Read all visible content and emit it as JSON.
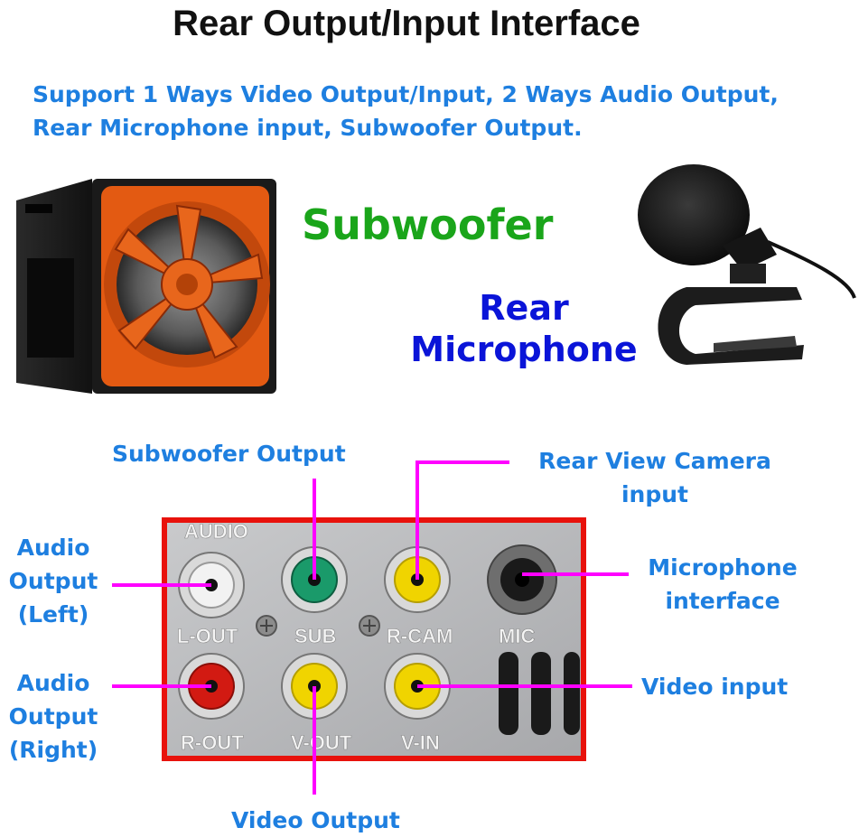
{
  "title": "Rear Output/Input Interface",
  "subtitle": "Support 1 Ways Video Output/Input, 2 Ways Audio Output, Rear Microphone input, Subwoofer Output.",
  "subwoofer_heading": "Subwoofer",
  "mic_heading_line1": "Rear",
  "mic_heading_line2": "Microphone",
  "panel": {
    "top_label": "AUDIO",
    "jacks": {
      "l_out": "L-OUT",
      "sub": "SUB",
      "r_cam": "R-CAM",
      "mic": "MIC",
      "r_out": "R-OUT",
      "v_out": "V-OUT",
      "v_in": "V-IN"
    }
  },
  "callouts": {
    "subwoofer_output": "Subwoofer Output",
    "rear_camera_line1": "Rear View Camera",
    "rear_camera_line2": "input",
    "audio_left_line1": "Audio",
    "audio_left_line2": "Output",
    "audio_left_line3": "(Left)",
    "audio_right_line1": "Audio",
    "audio_right_line2": "Output",
    "audio_right_line3": "(Right)",
    "microphone_line1": "Microphone",
    "microphone_line2": "interface",
    "video_input": "Video input",
    "video_output": "Video Output"
  },
  "colors": {
    "callout_text": "#1e7fe0",
    "subwoofer_heading": "#1aa51a",
    "mic_heading": "#0a14d8",
    "leader_line": "#ff00ff",
    "panel_border": "#e8120c",
    "jack_white": "#f2f2f2",
    "jack_green": "#1a9a6a",
    "jack_yellow": "#f0d400",
    "jack_red": "#d21a12"
  }
}
